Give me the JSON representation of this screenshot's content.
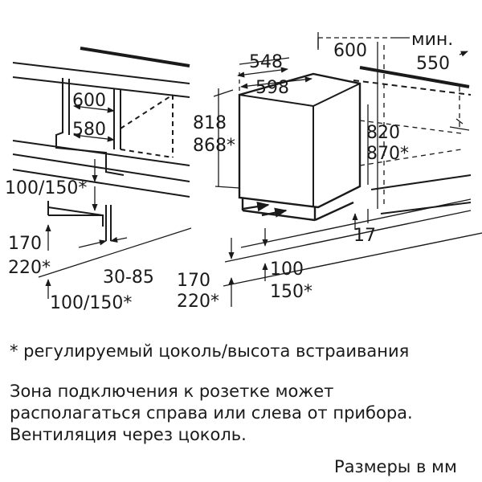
{
  "dimensions": {
    "niche_depth_top": "600",
    "niche_depth_inner": "580",
    "plinth_height": "100/150*",
    "plinth_depth_a": "170",
    "plinth_depth_b": "220*",
    "plinth_gap": "30-85",
    "plinth_height_bottom": "100/150*",
    "appliance_depth": "548",
    "appliance_width": "598",
    "countertop_depth": "600",
    "min_label": "мин.",
    "min_value": "550",
    "appliance_height_a": "818",
    "appliance_height_b": "868*",
    "niche_height_a": "820",
    "niche_height_b": "870*",
    "side_offset": "17",
    "bottom_depth_a": "170",
    "bottom_depth_b": "220*",
    "bottom_height_a": "100",
    "bottom_height_b": "150*"
  },
  "notes": {
    "adjustable_plinth": "* регулируемый цоколь/высота встраивания",
    "socket_zone_line1": "Зона подключения к розетке может",
    "socket_zone_line2": "располагаться справа или слева от прибора.",
    "ventilation": "Вентиляция через цоколь.",
    "units": "Размеры в мм"
  }
}
